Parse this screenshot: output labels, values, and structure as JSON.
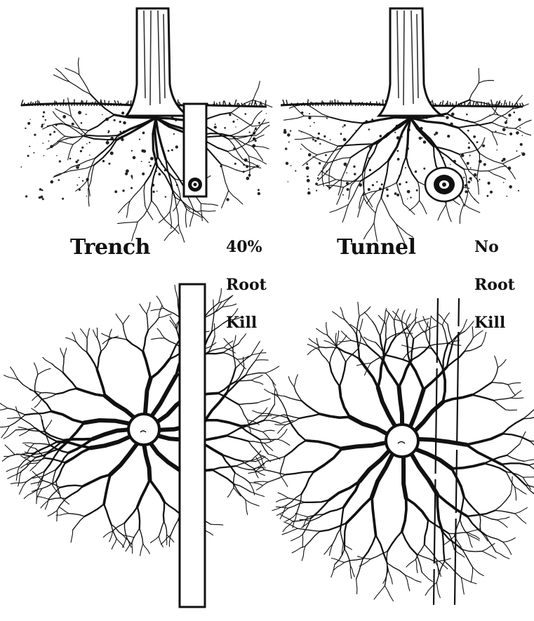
{
  "panels": {
    "trench": {
      "label": "Trench",
      "result_lines": [
        "40%",
        "Root",
        "Kill"
      ]
    },
    "tunnel": {
      "label": "Tunnel",
      "result_lines": [
        "No",
        "Root",
        "Kill"
      ]
    }
  },
  "colors": {
    "ink": "#111111",
    "paper": "#ffffff"
  }
}
